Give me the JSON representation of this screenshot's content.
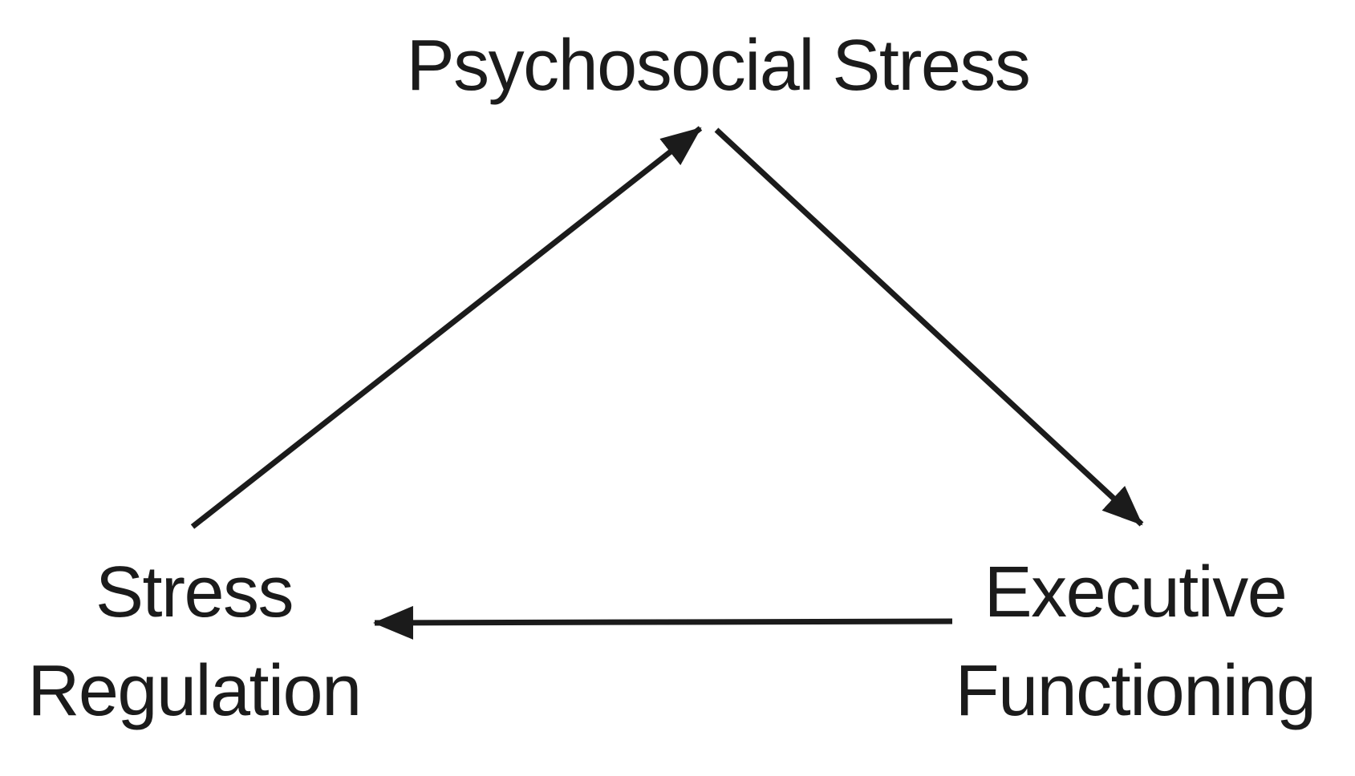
{
  "diagram": {
    "type": "concept-triangle",
    "background_color": "#ffffff",
    "foreground_color": "#1b1b1b",
    "nodes": {
      "top": {
        "label": "Psychosocial Stress"
      },
      "bottom_left": {
        "line1": "Stress",
        "line2": "Regulation"
      },
      "bottom_right": {
        "line1": "Executive",
        "line2": "Functioning"
      }
    },
    "edges": [
      {
        "from": "Stress Regulation",
        "to": "Psychosocial Stress",
        "arrow": "single",
        "direction": "up-right"
      },
      {
        "from": "Psychosocial Stress",
        "to": "Executive Functioning",
        "arrow": "single",
        "direction": "down-right"
      },
      {
        "from": "Executive Functioning",
        "to": "Stress Regulation",
        "arrow": "single",
        "direction": "left"
      }
    ]
  }
}
